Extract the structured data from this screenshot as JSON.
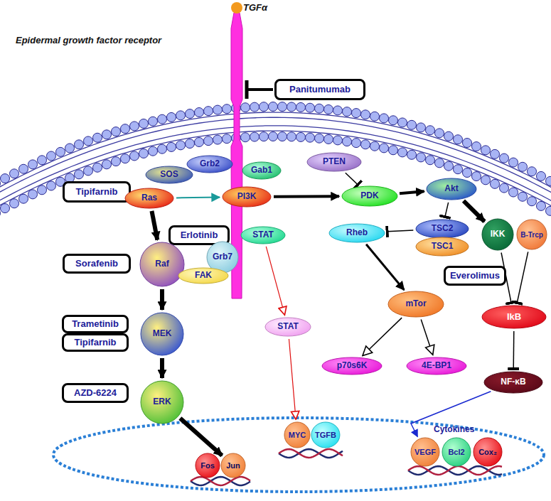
{
  "diagram": {
    "nodes": [
      {
        "text": [
          "TGFα"
        ]
      },
      {
        "text": [
          "Panitumumab"
        ]
      },
      {
        "text": [
          "Grb2"
        ]
      },
      {
        "text": [
          "PTEN"
        ]
      },
      {
        "text": [
          "SOS"
        ]
      },
      {
        "text": [
          "Gab1"
        ]
      },
      {
        "text": [
          "Tipifarnib"
        ]
      },
      {
        "text": [
          "Ras"
        ]
      },
      {
        "text": [
          "PI3K"
        ]
      },
      {
        "text": [
          "PDK"
        ]
      },
      {
        "text": [
          "Akt"
        ]
      },
      {
        "text": [
          "Erlotinib"
        ]
      },
      {
        "text": [
          "STAT"
        ]
      },
      {
        "text": [
          "Rheb"
        ]
      },
      {
        "text": [
          "TSC2"
        ]
      },
      {
        "text": [
          "TSC1"
        ]
      },
      {
        "text": [
          "IKK"
        ]
      },
      {
        "text": [
          "B-Trcp"
        ]
      },
      {
        "text": [
          "Grb7"
        ]
      },
      {
        "text": [
          "Raf"
        ]
      },
      {
        "text": [
          "Sorafenib"
        ]
      },
      {
        "text": [
          "FAK"
        ]
      },
      {
        "text": [
          "Everolimus"
        ]
      },
      {
        "text": [
          "mTor"
        ]
      },
      {
        "text": [
          "IkB"
        ]
      },
      {
        "text": [
          "Trametinib"
        ]
      },
      {
        "text": [
          "Tipifarnib"
        ]
      },
      {
        "text": [
          "MEK"
        ]
      },
      {
        "text": [
          "STAT"
        ]
      },
      {
        "text": [
          "p70s6K"
        ]
      },
      {
        "text": [
          "4E-BP1"
        ]
      },
      {
        "text": [
          "NF-κB"
        ]
      },
      {
        "text": [
          "AZD-6224"
        ]
      },
      {
        "text": [
          "ERK"
        ]
      },
      {
        "text": [
          "MYC"
        ]
      },
      {
        "text": [
          "TGFB"
        ]
      },
      {
        "text": [
          "Fos"
        ]
      },
      {
        "text": [
          "Jun"
        ]
      },
      {
        "text": [
          "VEGF"
        ]
      },
      {
        "text": [
          "Bcl2"
        ]
      },
      {
        "text": [
          "Cox₂"
        ]
      }
    ],
    "edges": [
      {
        "from": 7,
        "to": 19,
        "arrow": "to"
      },
      {
        "from": 19,
        "to": 27,
        "arrow": "to"
      },
      {
        "from": 27,
        "to": 33,
        "arrow": "to"
      },
      {
        "from": 33,
        "to": 37,
        "arrow": "to"
      },
      {
        "from": 7,
        "to": 8,
        "arrow": "to"
      },
      {
        "from": 8,
        "to": 9,
        "arrow": "to"
      },
      {
        "from": 9,
        "to": 10,
        "arrow": "to"
      },
      {
        "from": 3,
        "to": 9,
        "arrow": "to"
      },
      {
        "from": 10,
        "to": 14,
        "arrow": "to"
      },
      {
        "from": 14,
        "to": 13,
        "arrow": "to"
      },
      {
        "from": 13,
        "to": 23,
        "arrow": "to"
      },
      {
        "from": 23,
        "to": 29,
        "arrow": "to"
      },
      {
        "from": 23,
        "to": 30,
        "arrow": "to"
      },
      {
        "from": 10,
        "to": 16,
        "arrow": "to"
      },
      {
        "from": 16,
        "to": 24,
        "arrow": "to"
      },
      {
        "from": 17,
        "to": 24,
        "arrow": "to"
      },
      {
        "from": 24,
        "to": 31,
        "arrow": "to"
      },
      {
        "from": 31,
        "to": 38,
        "arrow": "to"
      },
      {
        "from": 12,
        "to": 28,
        "arrow": "to"
      },
      {
        "from": 28,
        "to": 34,
        "arrow": "to"
      }
    ],
    "labels": [
      "Epidermal growth factor receptor",
      "Cytokines"
    ]
  }
}
